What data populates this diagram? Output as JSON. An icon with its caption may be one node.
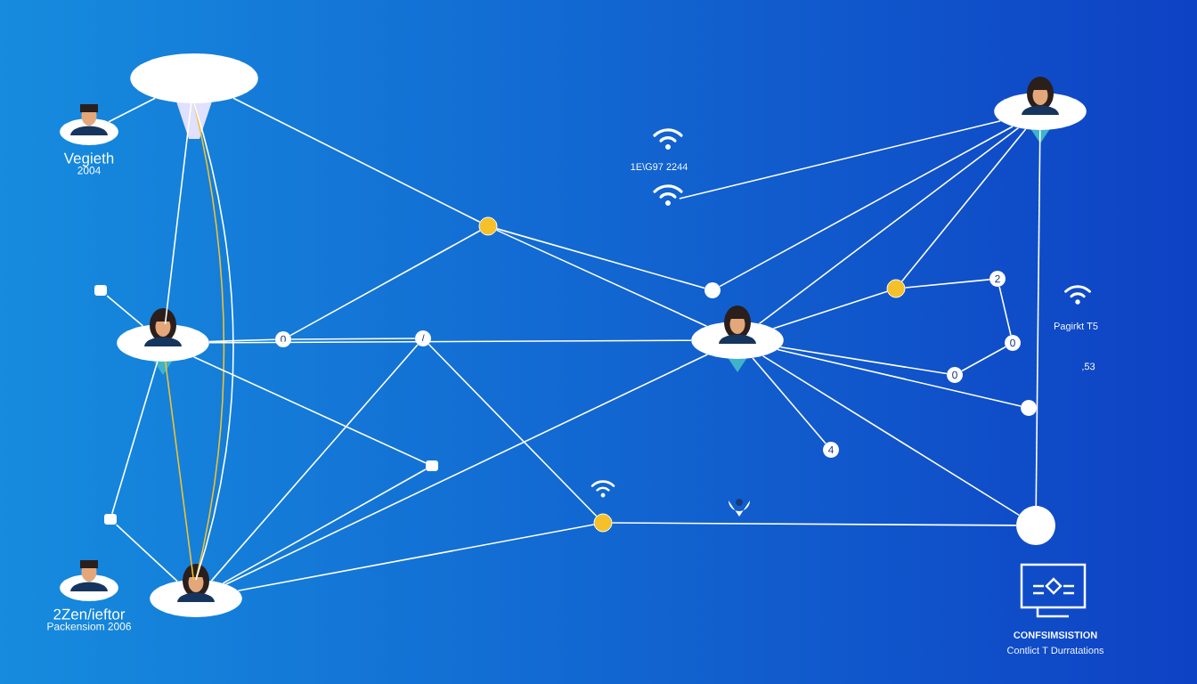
{
  "diagram": {
    "nodes": [
      {
        "text": [
          "Vegieth",
          "2004"
        ]
      },
      {
        "text": [],
        "shape": "circle"
      },
      {
        "text": [],
        "shape": "person"
      },
      {
        "text": [
          "2Zen/ieftor",
          "Packensiom 2006"
        ]
      },
      {
        "text": [],
        "shape": "person"
      },
      {
        "text": [],
        "shape": "person"
      },
      {
        "text": [],
        "shape": "person"
      },
      {
        "text": [],
        "shape": "circle"
      },
      {
        "text": [],
        "shape": "circle"
      },
      {
        "text": [],
        "shape": "circle"
      },
      {
        "text": [],
        "shape": "circle"
      },
      {
        "text": [],
        "shape": "circle"
      },
      {
        "text": [],
        "shape": "circle"
      },
      {
        "text": [
          "0"
        ]
      },
      {
        "text": [
          "/"
        ]
      },
      {
        "text": [
          "2"
        ]
      },
      {
        "text": [
          "0"
        ]
      },
      {
        "text": [
          "0"
        ]
      },
      {
        "text": [
          "4"
        ]
      },
      {
        "text": [],
        "shape": "box"
      },
      {
        "text": [],
        "shape": "box"
      },
      {
        "text": [],
        "shape": "box"
      },
      {
        "text": [],
        "shape": "picture"
      }
    ],
    "edges": [
      {
        "from": 0,
        "to": 1,
        "arrow": "none"
      },
      {
        "from": 1,
        "to": 2,
        "arrow": "none"
      },
      {
        "from": 1,
        "to": 4,
        "arrow": "none",
        "color": "#f2c12e"
      },
      {
        "from": 1,
        "to": 4,
        "arrow": "none"
      },
      {
        "from": 1,
        "to": 7,
        "arrow": "none"
      },
      {
        "from": 2,
        "to": 20,
        "arrow": "none"
      },
      {
        "from": 2,
        "to": 21,
        "arrow": "none"
      },
      {
        "from": 2,
        "to": 13,
        "arrow": "none"
      },
      {
        "from": 2,
        "to": 5,
        "arrow": "none"
      },
      {
        "from": 2,
        "to": 4,
        "arrow": "none",
        "color": "#f2c12e"
      },
      {
        "from": 2,
        "to": 19,
        "arrow": "none"
      },
      {
        "from": 13,
        "to": 14,
        "arrow": "none"
      },
      {
        "from": 14,
        "to": 9,
        "arrow": "none"
      },
      {
        "from": 4,
        "to": 14,
        "arrow": "none"
      },
      {
        "from": 4,
        "to": 5,
        "arrow": "none"
      },
      {
        "from": 4,
        "to": 19,
        "arrow": "none"
      },
      {
        "from": 4,
        "to": 9,
        "arrow": "none"
      },
      {
        "from": 7,
        "to": 12,
        "arrow": "none"
      },
      {
        "from": 7,
        "to": 5,
        "arrow": "none"
      },
      {
        "from": 7,
        "to": 13,
        "arrow": "none"
      },
      {
        "from": 12,
        "to": 6,
        "arrow": "none"
      },
      {
        "from": 5,
        "to": 8,
        "arrow": "none"
      },
      {
        "from": 5,
        "to": 6,
        "arrow": "none"
      },
      {
        "from": 5,
        "to": 11,
        "arrow": "none"
      },
      {
        "from": 5,
        "to": 10,
        "arrow": "none"
      },
      {
        "from": 5,
        "to": 18,
        "arrow": "none"
      },
      {
        "from": 5,
        "to": 17,
        "arrow": "none"
      },
      {
        "from": 8,
        "to": 6,
        "arrow": "none"
      },
      {
        "from": 8,
        "to": 15,
        "arrow": "none"
      },
      {
        "from": 15,
        "to": 16,
        "arrow": "none"
      },
      {
        "from": 16,
        "to": 17,
        "arrow": "none"
      },
      {
        "from": 6,
        "to": 10,
        "arrow": "none"
      },
      {
        "from": 22,
        "to": 6,
        "arrow": "none"
      },
      {
        "from": 9,
        "to": 10,
        "arrow": "none"
      },
      {
        "from": 21,
        "to": 4,
        "arrow": "none"
      }
    ],
    "labels": [
      "1E\\G97 2244",
      "Pagirkt T5",
      ",53",
      "CONFSIMSISTION",
      "Contlict T Durratations"
    ]
  }
}
